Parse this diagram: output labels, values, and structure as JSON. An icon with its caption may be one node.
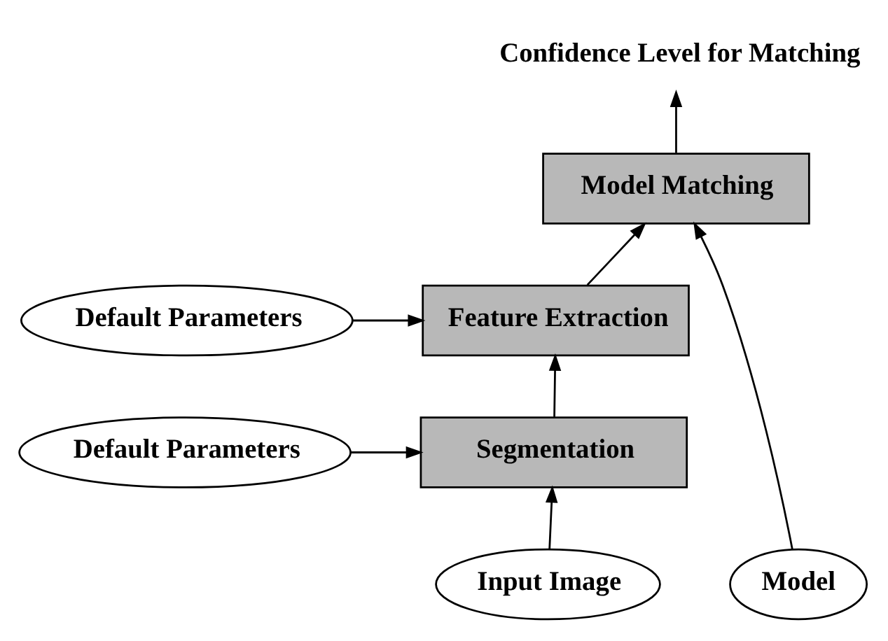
{
  "diagram": {
    "nodes": [
      {
        "text": [
          "Confidence Level for Matching"
        ]
      },
      {
        "text": [
          "Model Matching"
        ]
      },
      {
        "text": [
          "Feature Extraction"
        ]
      },
      {
        "text": [
          "Segmentation"
        ]
      },
      {
        "text": [
          "Default Parameters"
        ]
      },
      {
        "text": [
          "Default Parameters"
        ]
      },
      {
        "text": [
          "Model"
        ]
      },
      {
        "text": [
          "Input Image"
        ]
      }
    ],
    "edges": [
      {
        "from": 1,
        "to": 0,
        "arrow": "to"
      },
      {
        "from": 2,
        "to": 1,
        "arrow": "to"
      },
      {
        "from": 3,
        "to": 2,
        "arrow": "to"
      },
      {
        "from": 4,
        "to": 2,
        "arrow": "to"
      },
      {
        "from": 5,
        "to": 3,
        "arrow": "to"
      },
      {
        "from": 7,
        "to": 3,
        "arrow": "to"
      },
      {
        "from": 6,
        "to": 1,
        "arrow": "to"
      }
    ]
  }
}
